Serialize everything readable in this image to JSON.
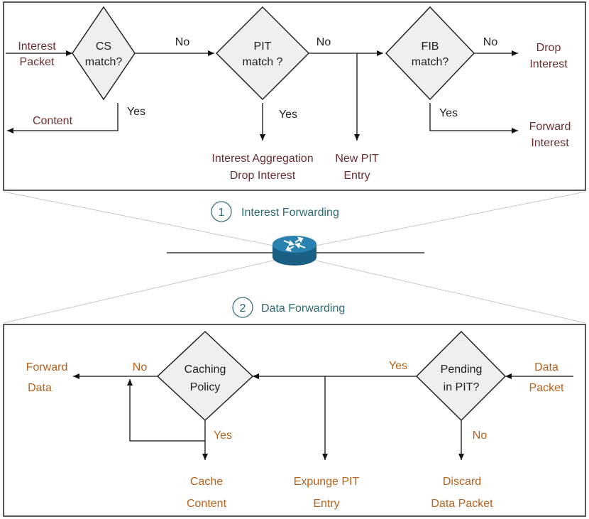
{
  "interest": {
    "input": [
      "Interest",
      "Packet"
    ],
    "cs": [
      "CS",
      "match?"
    ],
    "pit": [
      "PIT",
      "match ?"
    ],
    "fib": [
      "FIB",
      "match?"
    ],
    "no1": "No",
    "no2": "No",
    "no3": "No",
    "yes1": "Yes",
    "yes2": "Yes",
    "yes3": "Yes",
    "content": "Content",
    "aggregation": [
      "Interest Aggregation",
      "Drop Interest"
    ],
    "new_pit": [
      "New PIT",
      "Entry"
    ],
    "drop": [
      "Drop",
      "Interest"
    ],
    "forward": [
      "Forward",
      "Interest"
    ]
  },
  "labels": {
    "step1_num": "1",
    "step1": "Interest Forwarding",
    "step2_num": "2",
    "step2": "Data Forwarding"
  },
  "data": {
    "input": [
      "Data",
      "Packet"
    ],
    "pending": [
      "Pending",
      "in PIT?"
    ],
    "caching": [
      "Caching",
      "Policy"
    ],
    "yes_pending": "Yes",
    "no_pending": "No",
    "no_caching": "No",
    "yes_caching": "Yes",
    "forward": [
      "Forward",
      "Data"
    ],
    "cache": [
      "Cache",
      "Content"
    ],
    "expunge": [
      "Expunge PIT",
      "Entry"
    ],
    "discard": [
      "Discard",
      "Data Packet"
    ]
  },
  "colors": {
    "interest_text": "#6b2e2e",
    "data_text": "#b8621b",
    "label_text": "#2f6b73",
    "diamond_fill": "#efefef",
    "router": "#1f6f99"
  }
}
